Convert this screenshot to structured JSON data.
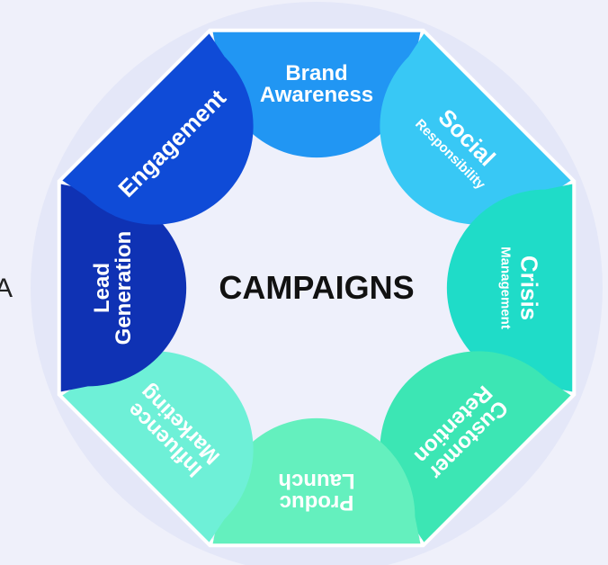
{
  "diagram": {
    "center_label": "CAMPAIGNS",
    "edge_fragment": "A",
    "segments": [
      {
        "id": "brand-awareness",
        "lines": [
          "Brand",
          "Awareness"
        ],
        "sub": "",
        "color": "#2196f3"
      },
      {
        "id": "social-responsibility",
        "lines": [
          "Social"
        ],
        "sub": "Responsibility",
        "color": "#38c8f5"
      },
      {
        "id": "crisis-management",
        "lines": [
          "Crisis"
        ],
        "sub": "Management",
        "color": "#1fdcc8"
      },
      {
        "id": "customer-retention",
        "lines": [
          "Customer",
          "Retention"
        ],
        "sub": "",
        "color": "#3ce6b4"
      },
      {
        "id": "product-launch",
        "lines": [
          "Produc",
          "Launch"
        ],
        "sub": "",
        "color": "#64f0be"
      },
      {
        "id": "influence-marketing",
        "lines": [
          "Influence",
          "Marketing"
        ],
        "sub": "",
        "color": "#6ef0d7"
      },
      {
        "id": "lead-generation",
        "lines": [
          "Lead",
          "Generation"
        ],
        "sub": "",
        "color": "#0f32b4"
      },
      {
        "id": "engagement",
        "lines": [
          "Engagement"
        ],
        "sub": "",
        "color": "#0f4bd7"
      }
    ]
  }
}
